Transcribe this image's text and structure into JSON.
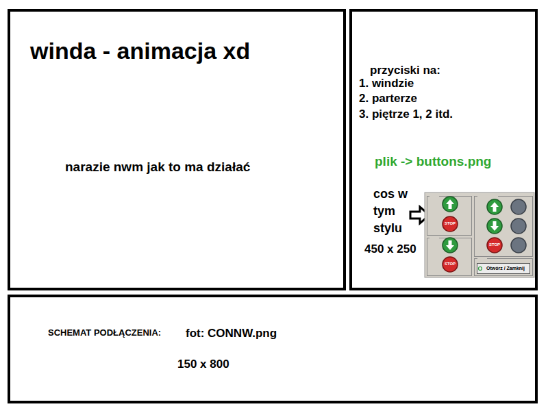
{
  "diagram": {
    "nodes": [
      {
        "text": [
          "winda - animacja xd",
          "narazie nwm jak to ma działać"
        ]
      },
      {
        "text": [
          "przyciski na:",
          "1. windzie",
          "2. parterze",
          "3. piętrze 1, 2 itd.",
          "plik -> buttons.png",
          "cos w tym stylu",
          "450 x 250"
        ]
      },
      {
        "text": [
          "SCHEMAT PODŁĄCZENIA:",
          "fot: CONNW.png",
          "150 x 800"
        ]
      }
    ],
    "labels": [
      "STOP",
      "STOP",
      "STOP",
      "Otwórz / Zamknij"
    ]
  }
}
